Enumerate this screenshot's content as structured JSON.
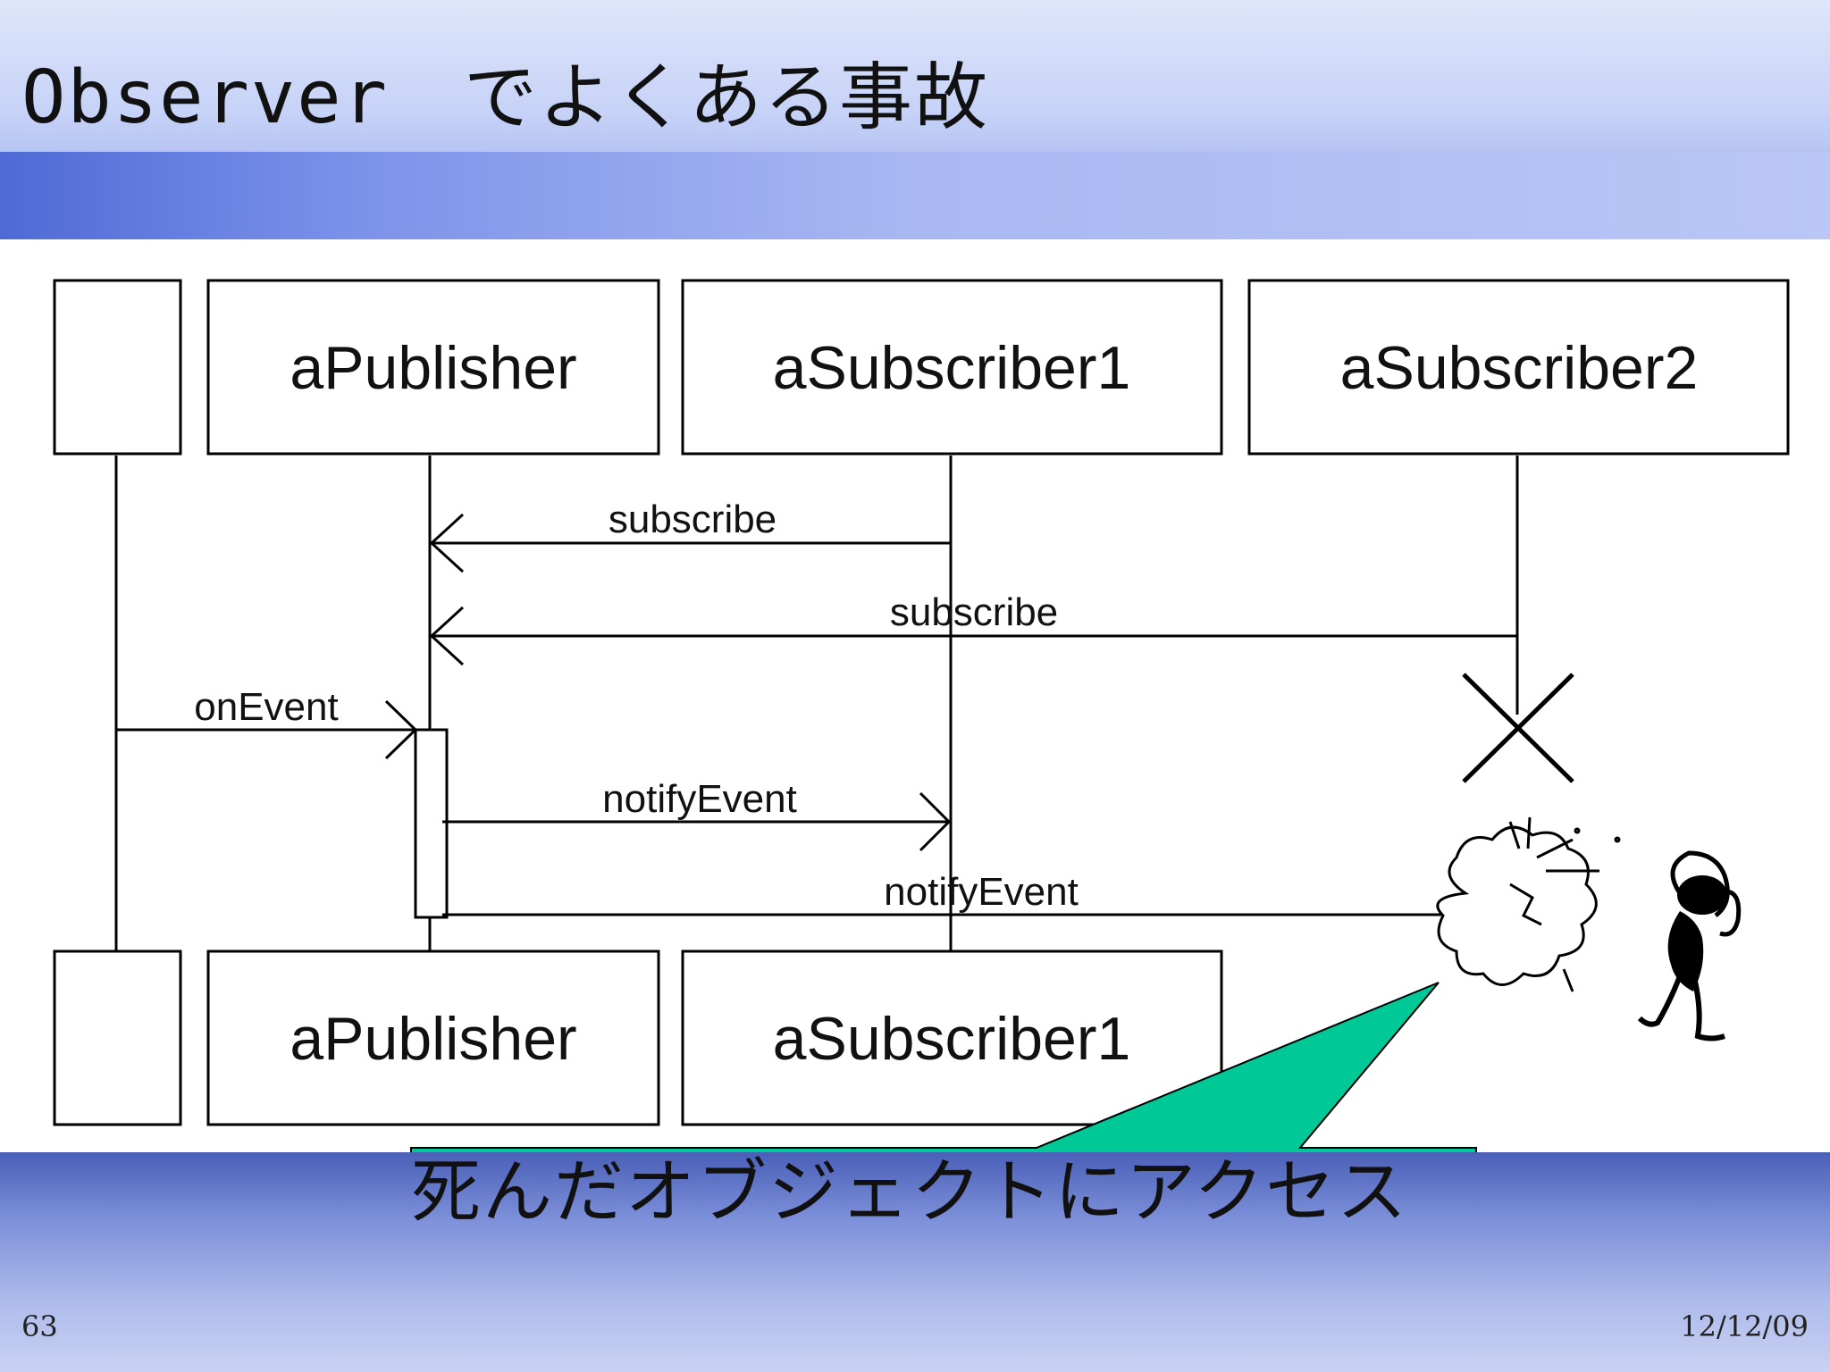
{
  "slide": {
    "title": "Observer　でよくある事故",
    "page_number": "63",
    "date": "12/12/09"
  },
  "diagram": {
    "top_lifelines": {
      "actor": "",
      "publisher": "aPublisher",
      "subscriber1": "aSubscriber1",
      "subscriber2": "aSubscriber2"
    },
    "bottom_lifelines": {
      "actor": "",
      "publisher": "aPublisher",
      "subscriber1": "aSubscriber1"
    },
    "messages": {
      "subscribe1": "subscribe",
      "subscribe2": "subscribe",
      "on_event": "onEvent",
      "notify1": "notifyEvent",
      "notify2": "notifyEvent"
    }
  },
  "callout": {
    "text": "死んだオブジェクトにアクセス",
    "color": "#00c896"
  }
}
